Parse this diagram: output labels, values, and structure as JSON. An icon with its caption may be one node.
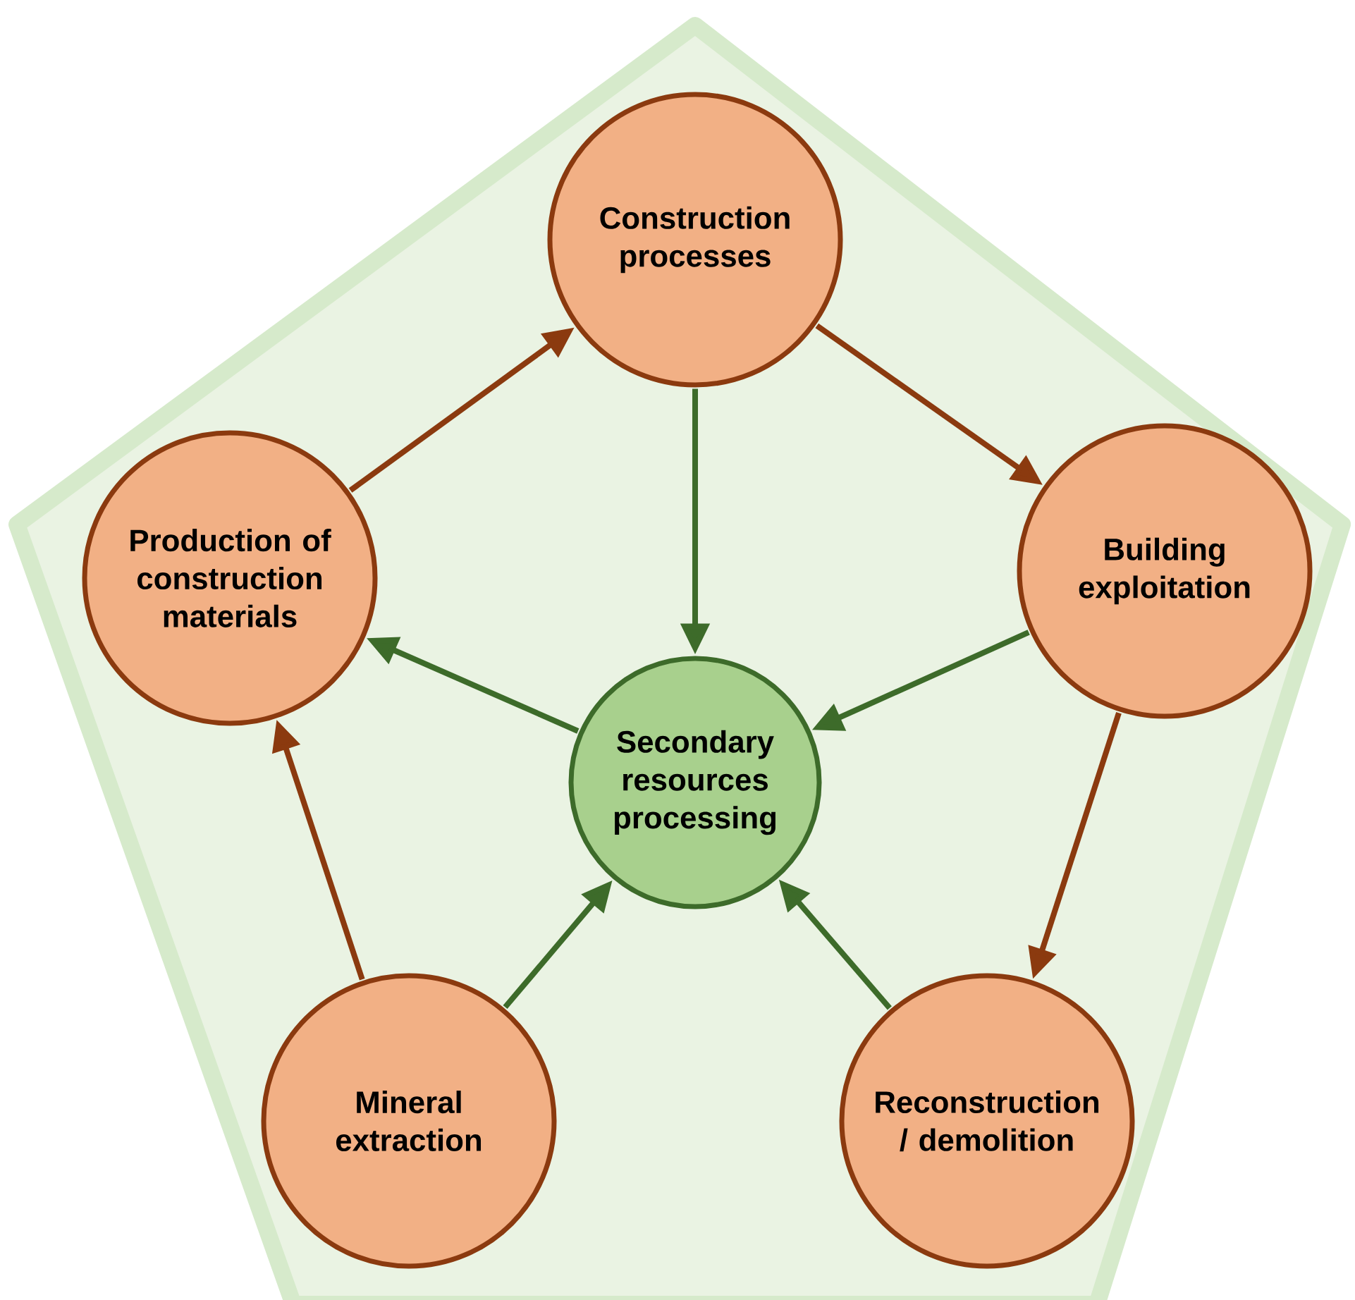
{
  "diagram": {
    "nodes": [
      {
        "text": [
          "Construction processes"
        ]
      },
      {
        "text": [
          "Production of construction materials"
        ]
      },
      {
        "text": [
          "Building exploitation"
        ]
      },
      {
        "text": [
          "Secondary resources processing"
        ]
      },
      {
        "text": [
          "Mineral extraction"
        ]
      },
      {
        "text": [
          "Reconstruction / demolition"
        ]
      }
    ],
    "edges": [
      {
        "from": 1,
        "to": 0,
        "arrow": "to",
        "color": "#8b3a0f"
      },
      {
        "from": 0,
        "to": 2,
        "arrow": "to",
        "color": "#8b3a0f"
      },
      {
        "from": 0,
        "to": 3,
        "arrow": "to"
      },
      {
        "from": 3,
        "to": 1,
        "arrow": "to"
      },
      {
        "from": 2,
        "to": 3,
        "arrow": "to"
      },
      {
        "from": 2,
        "to": 5,
        "arrow": "to",
        "color": "#8b3a0f"
      },
      {
        "from": 4,
        "to": 1,
        "arrow": "to",
        "color": "#8b3a0f"
      },
      {
        "from": 4,
        "to": 3,
        "arrow": "to"
      },
      {
        "from": 5,
        "to": 3,
        "arrow": "to"
      }
    ]
  }
}
